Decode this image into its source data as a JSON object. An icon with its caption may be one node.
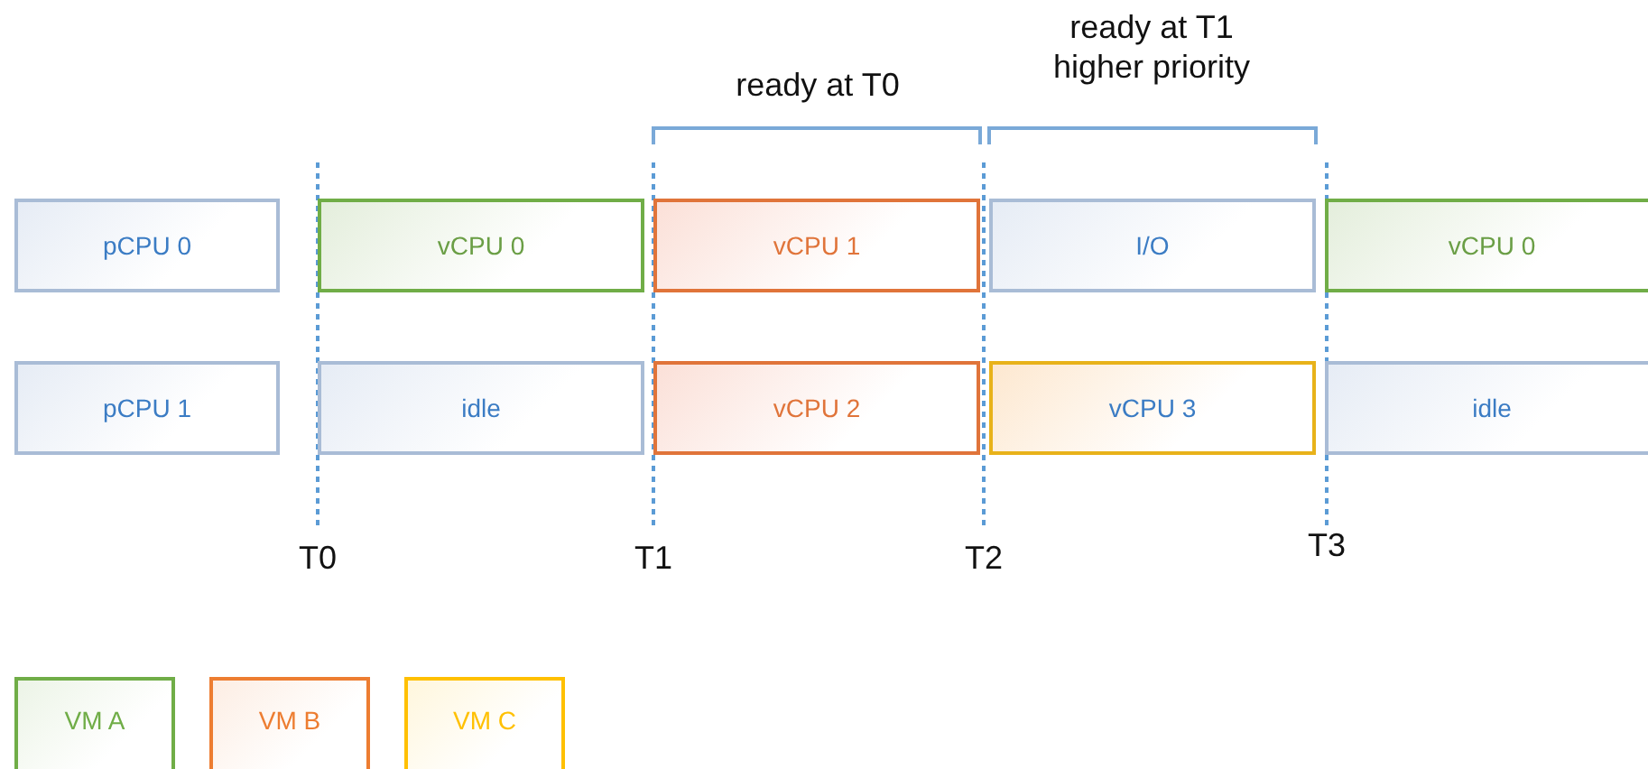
{
  "diagram": {
    "nodes": [
      {
        "text": [
          "pCPU 0"
        ]
      },
      {
        "text": [
          "vCPU 0"
        ]
      },
      {
        "text": [
          "vCPU 1"
        ]
      },
      {
        "text": [
          "I/O"
        ]
      },
      {
        "text": [
          "vCPU 0"
        ]
      },
      {
        "text": [
          "pCPU 1"
        ]
      },
      {
        "text": [
          "idle"
        ]
      },
      {
        "text": [
          "vCPU 2"
        ]
      },
      {
        "text": [
          "vCPU 3"
        ]
      },
      {
        "text": [
          "idle"
        ]
      }
    ],
    "labels": [
      "ready at T0",
      "ready at T1 higher priority",
      "T0",
      "T1",
      "T2",
      "T3"
    ],
    "legend": [
      {
        "text": "VM A",
        "color": "#70ad47"
      },
      {
        "text": "VM B",
        "color": "#ed7d31"
      },
      {
        "text": "VM C",
        "color": "#ffc000"
      }
    ]
  }
}
